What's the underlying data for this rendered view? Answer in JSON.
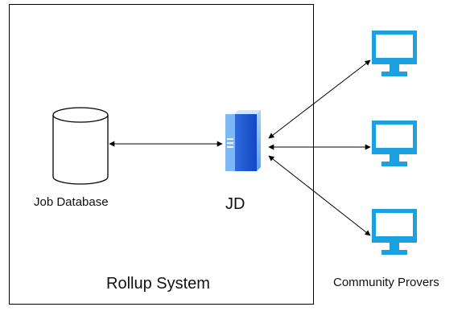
{
  "diagram": {
    "container_label": "Rollup System",
    "database_label": "Job Database",
    "server_label": "JD",
    "provers_label": "Community Provers",
    "prover_count": 3
  },
  "colors": {
    "monitor": "#1BA1E2",
    "server_dark": "#1e5fd6",
    "server_light": "#7fbdf7",
    "stroke": "#000000"
  },
  "icons": {
    "database": "database-cylinder-icon",
    "server": "server-tower-icon",
    "prover": "desktop-monitor-icon"
  }
}
